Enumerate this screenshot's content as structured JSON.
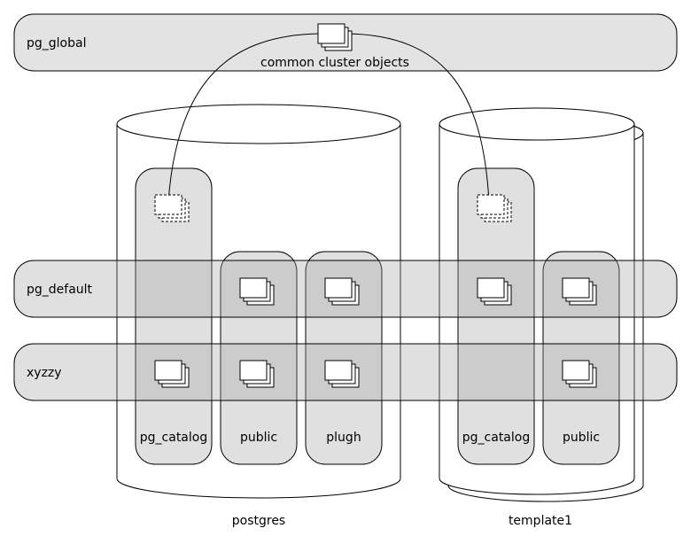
{
  "global": {
    "tablespace_label": "pg_global",
    "objects_label": "common cluster objects"
  },
  "tablespaces": [
    {
      "label": "pg_default"
    },
    {
      "label": "xyzzy"
    }
  ],
  "databases": [
    {
      "label": "postgres",
      "schemas": [
        {
          "label": "pg_catalog"
        },
        {
          "label": "public"
        },
        {
          "label": "plugh"
        }
      ]
    },
    {
      "label": "template1",
      "schemas": [
        {
          "label": "pg_catalog"
        },
        {
          "label": "public"
        }
      ]
    }
  ],
  "icons": {
    "object_stack": "stacked-pages-icon",
    "global_ref": "dashed-stacked-pages-icon"
  }
}
